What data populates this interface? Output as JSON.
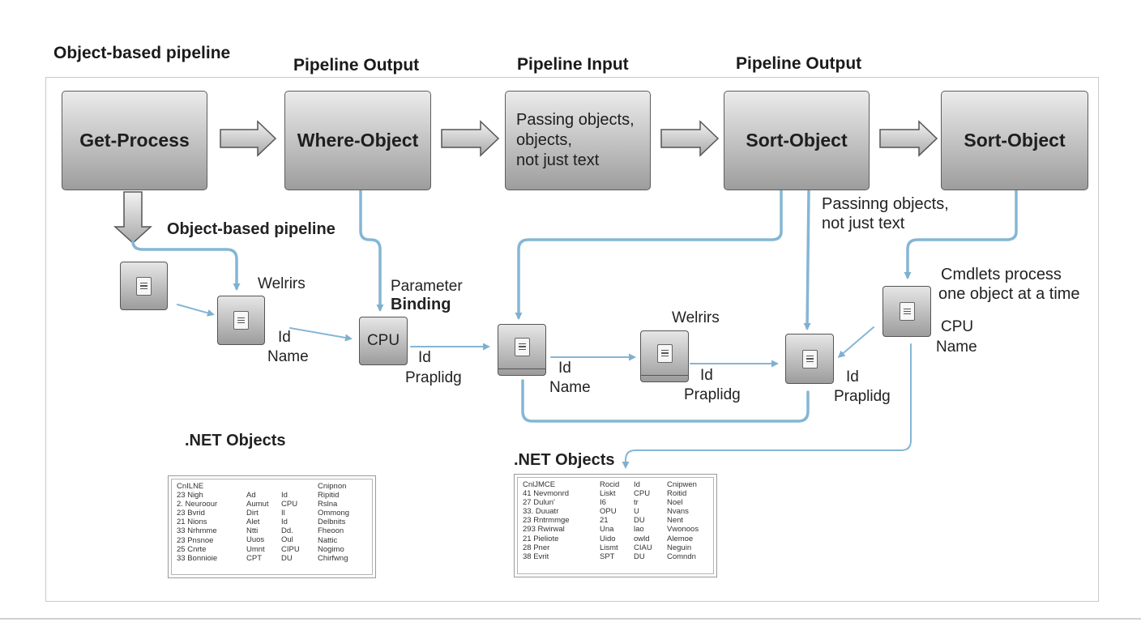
{
  "diagram": {
    "title": "Object-based pipeline",
    "headings": {
      "output_left": "Pipeline Output",
      "input": "Pipeline Input",
      "output_right": "Pipeline Output"
    },
    "top_boxes": [
      {
        "label": "Get-Process"
      },
      {
        "label": "Where-Object"
      },
      {
        "lines": [
          "Passing objects,",
          "objects,",
          "not just text"
        ]
      },
      {
        "label": "Sort-Object"
      },
      {
        "label": "Sort-Object"
      }
    ],
    "labels": {
      "object_based_pipeline": "Object-based pipeline",
      "welrirs_left": "Welrirs",
      "id_left": "Id",
      "name_left": "Name",
      "parameter": "Parameter",
      "binding": "Binding",
      "cpu_node": "CPU",
      "id_mid1": "Id",
      "praplidg_mid1": "Praplidg",
      "id_mid2": "Id",
      "name_mid2": "Name",
      "welrirs_mid": "Welrirs",
      "id_mid3": "Id",
      "praplidg_mid3": "Praplidg",
      "id_right": "Id",
      "praplidg_right": "Praplidg",
      "passing_line1": "Passinng objects,",
      "passing_line2": "not just text",
      "cmdlets_line1": "Cmdlets process",
      "cmdlets_line2": "one object at a time",
      "cpu_right": "CPU",
      "name_right": "Name",
      "net_left": ".NET Objects",
      "net_right": ".NET Objects"
    },
    "table_left": {
      "columns": [
        [
          "CnILNE",
          "23   Nigh",
          "2.   Neuroour",
          "23   Bvrid",
          "21   Nions",
          "33   Nrhmme",
          "23   Pnsnoe",
          "25   Cnrte",
          "33   Bonnioie"
        ],
        [
          "Ad",
          "Aumut",
          "Dirt",
          "Alet",
          "Ntti",
          "Uuos",
          "Umnt",
          "CPT"
        ],
        [
          "Id",
          "CPU",
          "Il",
          "Id",
          "Dd.",
          "Oul",
          "CIPU",
          "DU"
        ],
        [
          "Cnipnon",
          "Ripitid",
          "Rslna",
          "Ommong",
          "Delbnits",
          "Fheoon",
          "Nattic",
          "Nogimo",
          "Chirfwng"
        ]
      ]
    },
    "table_right": {
      "columns": [
        [
          "CnlJMCE",
          "41   Nevmonrd",
          "27   Dulun'",
          "33.  Duuatr",
          "23   Rntrmmge",
          "293  Rwirwal",
          "21   Pieliote",
          "28   Pner",
          "38   Evrit"
        ],
        [
          "Rocid",
          "Liskt",
          "I6",
          "OPU",
          "21",
          "Una",
          "Uido",
          "Lismt",
          "SPT"
        ],
        [
          "Id",
          "CPU",
          "tr",
          "U",
          "DU",
          "lao",
          "owld",
          "CIAU",
          "DU"
        ],
        [
          "Cnipwen",
          "Roitid",
          "Noel",
          "Nvans",
          "Nent",
          "Vwonoos",
          "Alemoe",
          "Neguin",
          "Comndn"
        ]
      ]
    }
  }
}
